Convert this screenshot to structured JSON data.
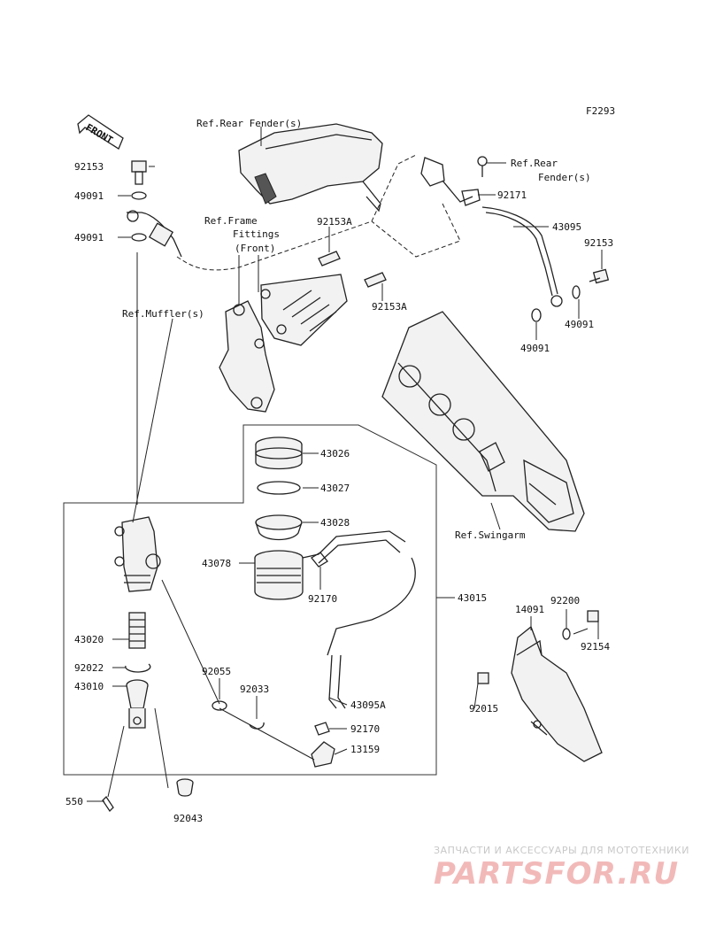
{
  "diagram_code": "F2293",
  "front_label": "FRONT",
  "refs": {
    "rear_fender_top": "Ref.Rear Fender(s)",
    "rear_fender_right_line1": "Ref.Rear",
    "rear_fender_right_line2": "Fender(s)",
    "frame_fittings_line1": "Ref.Frame",
    "frame_fittings_line2": "Fittings",
    "frame_fittings_line3": "(Front)",
    "muffler": "Ref.Muffler(s)",
    "swingarm": "Ref.Swingarm"
  },
  "parts": {
    "p92153_left": "92153",
    "p49091_a": "49091",
    "p49091_b": "49091",
    "p92153A_top": "92153A",
    "p92153A_mid": "92153A",
    "p92171": "92171",
    "p43095": "43095",
    "p92153_right": "92153",
    "p49091_c": "49091",
    "p49091_d": "49091",
    "p43026": "43026",
    "p43027": "43027",
    "p43028": "43028",
    "p43078": "43078",
    "p92170_a": "92170",
    "p43015": "43015",
    "p43020": "43020",
    "p92022": "92022",
    "p43010": "43010",
    "p92055": "92055",
    "p92033": "92033",
    "p43095A": "43095A",
    "p92170_b": "92170",
    "p13159": "13159",
    "p550": "550",
    "p92043": "92043",
    "p92200": "92200",
    "p14091": "14091",
    "p92154": "92154",
    "p92015": "92015"
  },
  "watermark": {
    "line1": "ЗАПЧАСТИ И АКСЕССУАРЫ ДЛЯ МОТОТЕХНИКИ",
    "line2": "PARTSFOR.RU"
  }
}
